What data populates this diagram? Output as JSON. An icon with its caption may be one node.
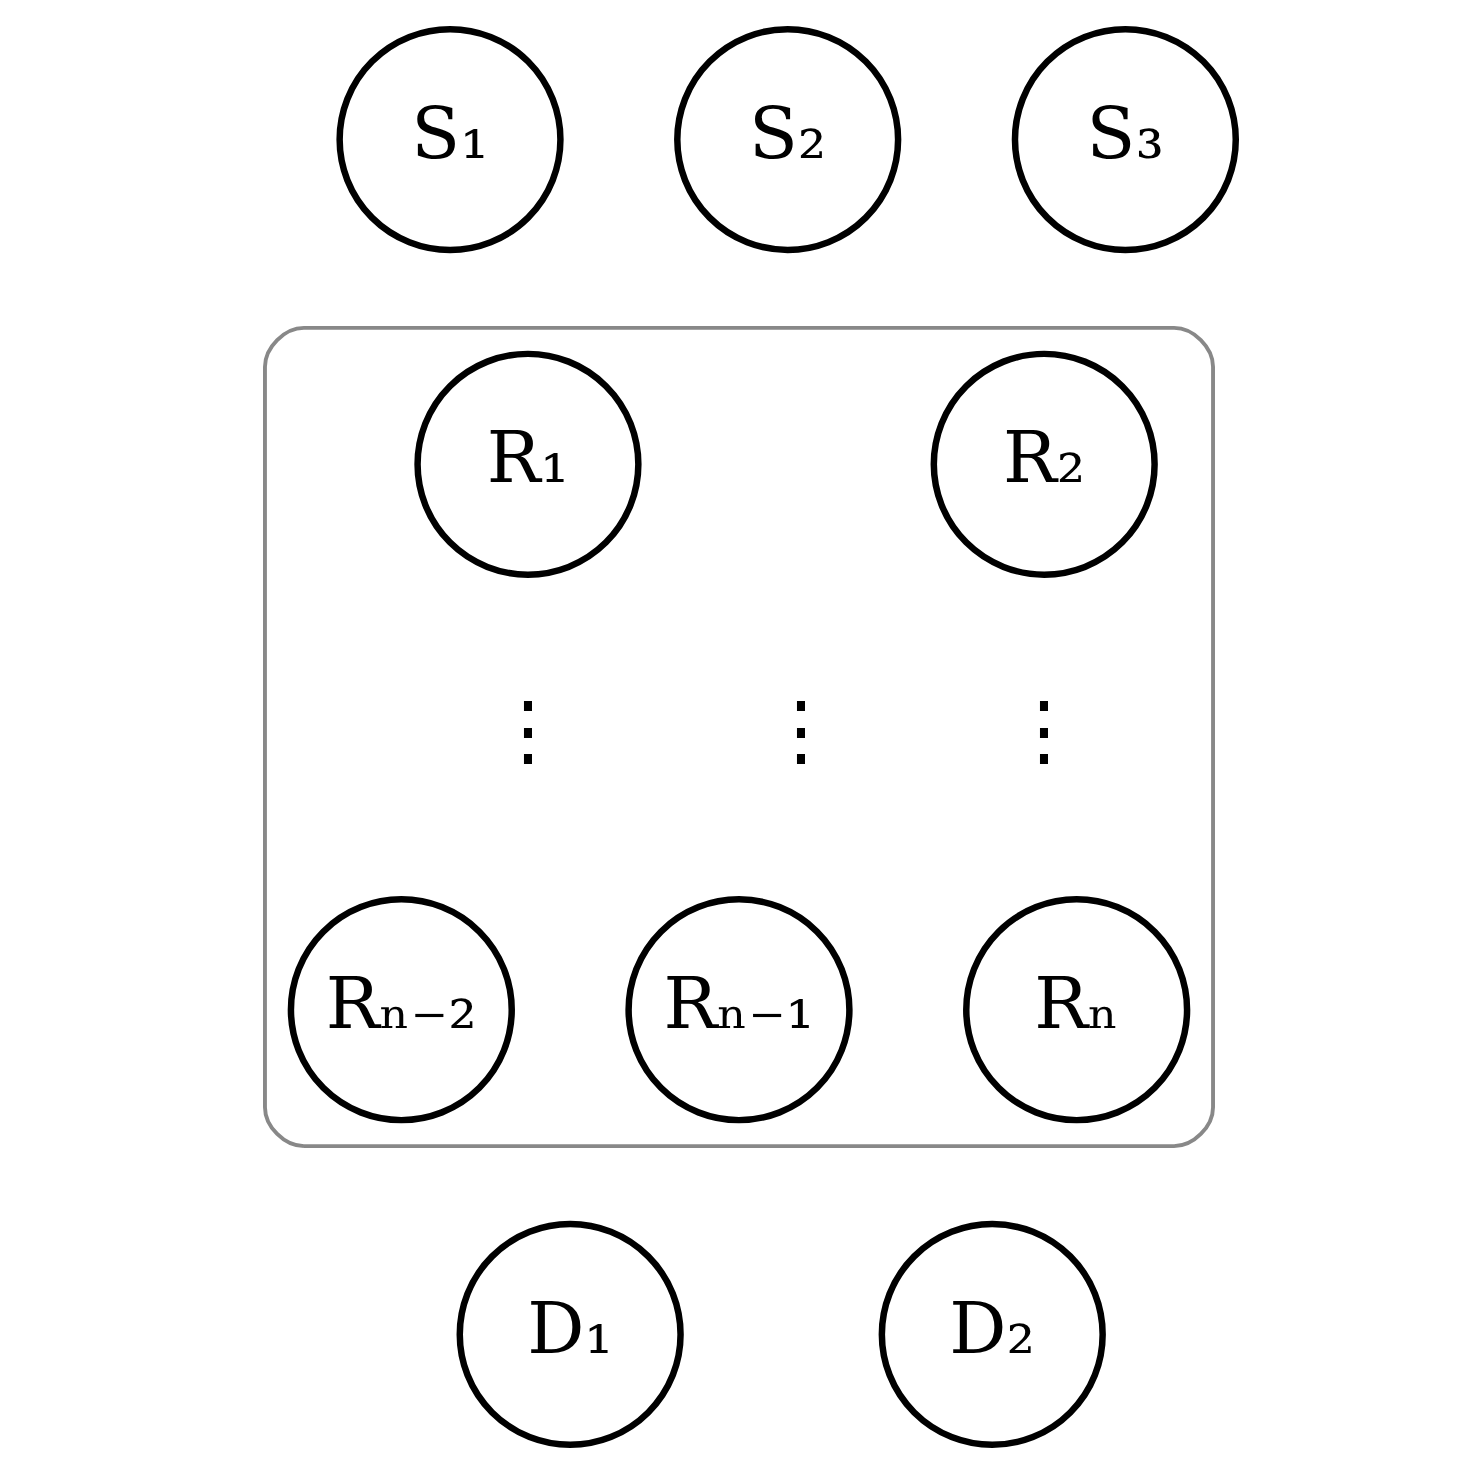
{
  "diagram": {
    "nodes": [
      {
        "text": [
          "S₁"
        ]
      },
      {
        "text": [
          "S₂"
        ]
      },
      {
        "text": [
          "S₃"
        ]
      },
      {
        "text": [],
        "shape": "cloud"
      },
      {
        "text": [
          "R₁"
        ],
        "in": 3
      },
      {
        "text": [
          "R₂"
        ],
        "in": 3
      },
      {
        "text": [
          "Rₙ₋₂"
        ],
        "in": 3
      },
      {
        "text": [
          "Rₙ₋₁"
        ],
        "in": 3
      },
      {
        "text": [
          "Rₙ"
        ],
        "in": 3
      },
      {
        "text": [
          "D₁"
        ]
      },
      {
        "text": [
          "D₂"
        ]
      }
    ],
    "edges": [],
    "labels": [
      "⋮",
      "⋮",
      "⋮"
    ]
  }
}
